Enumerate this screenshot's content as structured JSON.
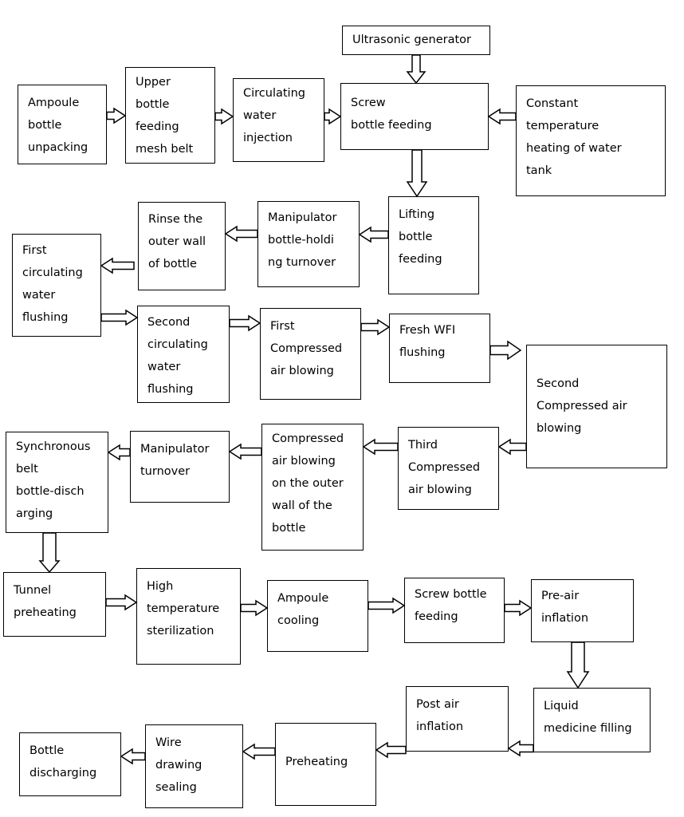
{
  "steps": {
    "ultrasonic": "Ultrasonic generator",
    "unpacking": "Ampoule\nbottle\nunpacking",
    "upper_belt": "Upper\nbottle\nfeeding\nmesh belt",
    "circ_injection": "Circulating\nwater\ninjection",
    "screw_feed_1": "Screw\nbottle feeding",
    "const_temp": "Constant\ntemperature\nheating  of  water\ntank",
    "lifting": "Lifting\nbottle\nfeeding",
    "manip_hold": "Manipulator\nbottle-holdi\nng turnover",
    "rinse": "Rinse   the\nouter  wall\nof bottle",
    "first_circ": "First\ncirculating\nwater\nflushing",
    "second_circ": "Second\ncirculating\nwater\nflushing",
    "first_comp": "First\nCompressed\nair blowing",
    "fresh_wfi": "Fresh    WFI\nflushing",
    "second_comp": "Second\nCompressed air\nblowing",
    "third_comp": "Third\nCompressed\nair blowing",
    "comp_outer": "Compressed\nair  blowing\non the outer\nwall  of  the\nbottle",
    "manip_turn": "Manipulator\nturnover",
    "sync_belt": "Synchronous\nbelt\nbottle-disch\narging",
    "tunnel": "Tunnel\npreheating",
    "high_temp": "High\ntemperature\nsterilization",
    "cooling": "Ampoule\ncooling",
    "screw_feed_2": "Screw bottle\nfeeding",
    "pre_air": "Pre-air\ninflation",
    "liquid_fill": "Liquid\nmedicine filling",
    "post_air": "Post          air\ninflation",
    "preheating": "Preheating",
    "wire_seal": "Wire\ndrawing\nsealing",
    "discharge": "Bottle\ndischarging"
  },
  "colors": {
    "line": "#000000",
    "background": "#ffffff"
  }
}
